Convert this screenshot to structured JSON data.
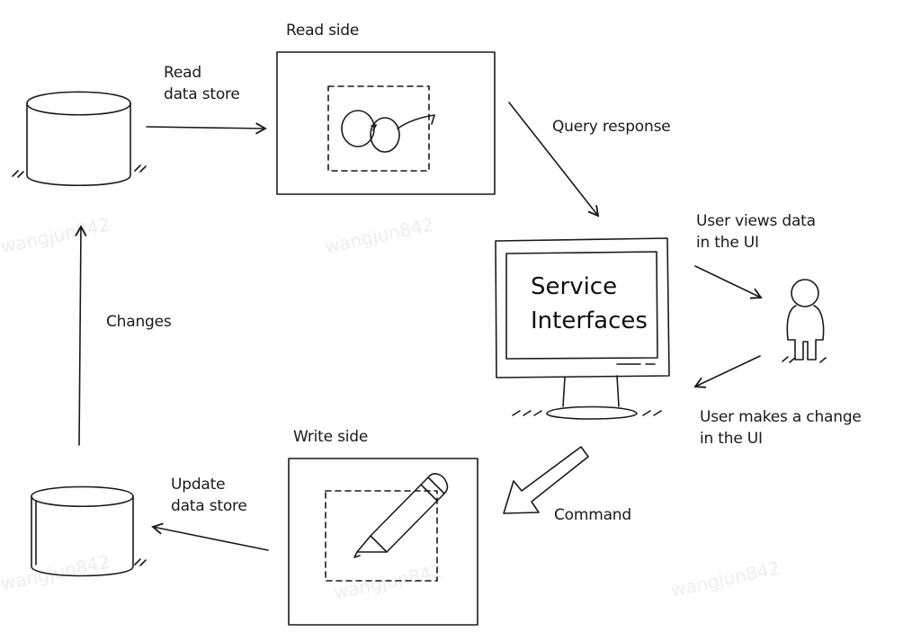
{
  "labels": {
    "read_side": "Read side",
    "read_data_store_1": "Read",
    "read_data_store_2": "data store",
    "query_response": "Query response",
    "user_views_1": "User views data",
    "user_views_2": "in the UI",
    "user_changes_1": "User makes a change",
    "user_changes_2": "in the UI",
    "changes": "Changes",
    "write_side": "Write side",
    "update_data_store_1": "Update",
    "update_data_store_2": "data store",
    "command": "Command",
    "screen_line_1": "Service",
    "screen_line_2": "Interfaces"
  },
  "watermark": "wangjun842",
  "icons": [
    "database-icon",
    "glasses-icon",
    "monitor-icon",
    "person-icon",
    "pencil-icon"
  ]
}
